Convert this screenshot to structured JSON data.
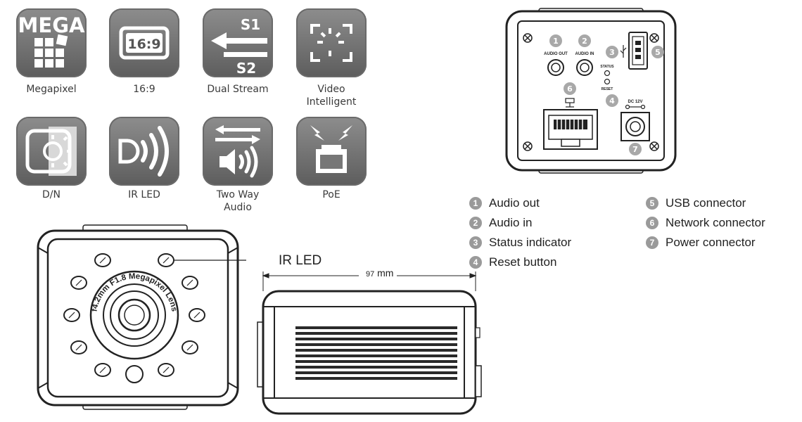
{
  "features": [
    {
      "label": "Megapixel",
      "badge": "MEGA",
      "icon": "megapixel-icon"
    },
    {
      "label": "16:9",
      "badge": "16:9",
      "icon": "aspect-ratio-icon"
    },
    {
      "label": "Dual Stream",
      "badge1": "S1",
      "badge2": "S2",
      "icon": "dual-stream-icon"
    },
    {
      "label1": "Video",
      "label2": "Intelligent",
      "icon": "video-intelligent-icon"
    },
    {
      "label": "D/N",
      "icon": "day-night-icon"
    },
    {
      "label": "IR LED",
      "icon": "ir-led-icon"
    },
    {
      "label1": "Two Way",
      "label2": "Audio",
      "icon": "two-way-audio-icon"
    },
    {
      "label": "PoE",
      "icon": "poe-icon"
    }
  ],
  "rear_panel": {
    "audio_out": "AUDIO OUT",
    "audio_in": "AUDIO IN",
    "status": "STATUS",
    "reset": "RESET",
    "dc": "DC 12V",
    "markers": [
      "1",
      "2",
      "3",
      "4",
      "5",
      "6",
      "7"
    ]
  },
  "legend": [
    {
      "num": "1",
      "text": "Audio out"
    },
    {
      "num": "2",
      "text": "Audio in"
    },
    {
      "num": "3",
      "text": "Status indicator"
    },
    {
      "num": "4",
      "text": "Reset button"
    },
    {
      "num": "5",
      "text": "USB connector"
    },
    {
      "num": "6",
      "text": "Network connector"
    },
    {
      "num": "7",
      "text": "Power connector"
    }
  ],
  "front": {
    "callout": "IR LED",
    "lens_text": "f4.2mm F1.8 Megapixel Lens"
  },
  "side": {
    "dimension_value": "97",
    "dimension_unit": "mm"
  }
}
